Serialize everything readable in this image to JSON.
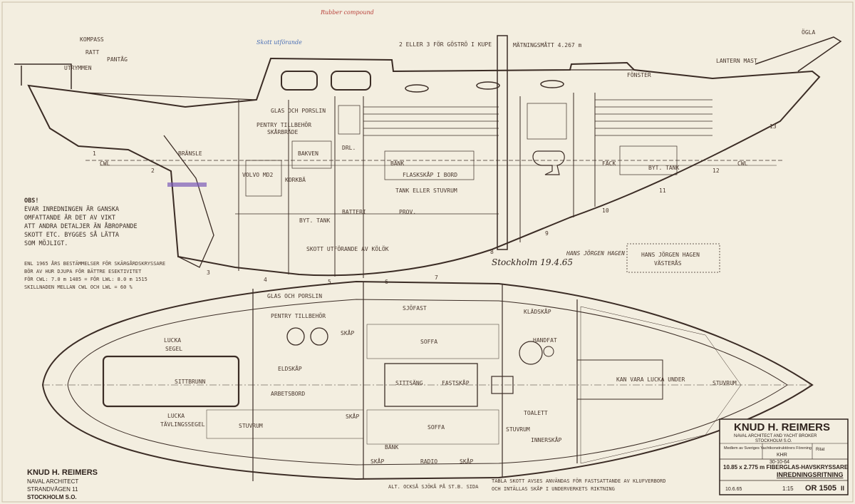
{
  "title_block": {
    "firm": "KNUD H. REIMERS",
    "subtitle": "NAVAL ARCHITECT AND YACHT BROKER",
    "address": "STOCKHOLM S.O.",
    "member": "Medlem av Sveriges Yachtkonstruktörers Förening",
    "drawn_label": "Ritat",
    "drawn_by": "KHR",
    "date": "30-10-64",
    "boat_desc": "10.85 x 2.775 m FIBERGLAS-HAVSKRYSSARE",
    "drawing_title": "INREDNINGSRITNING",
    "scale": "1:15",
    "drawing_no": "OR 1505",
    "revision": "II",
    "rev_date": "10.6.65"
  },
  "stamp_bottom_left": {
    "line1": "KNUD H. REIMERS",
    "line2": "NAVAL ARCHITECT",
    "line3": "STRANDVÄGEN 11",
    "line4": "STOCKHOLM S.O."
  },
  "approval_box": {
    "line1": "HANS JÖRGEN HAGEN",
    "line2": "VÄSTERÅS"
  },
  "signature_name": "HANS JÖRGEN HAGEN",
  "note_obs": {
    "heading": "OBS!",
    "lines": [
      "EVAR INREDNINGEN ÄR GANSKA",
      "OMFATTANDE ÄR DET AV VIKT",
      "ATT ANDRA DETALJER ÄN ÅBROPANDE",
      "SKOTT ETC. BYGGES SÅ LÄTTA",
      "SOM MÖJLIGT."
    ]
  },
  "note_rules": {
    "lines": [
      "ENL 1965 ÅRS BESTÄMMELSER FÖR SKÄRGÅRDSKRYSSARE",
      "BÖR AV HUR DJUPA FÖR BÄTTRE ESEKTIVITET",
      "FÖR CWL: 7.0 m 1485 = FÖR LWL: 8.0 m 1515",
      "SKILLNADEN MELLAN CWL OCH LWL = 60 %"
    ]
  },
  "labels_profile": [
    "KOMPASS",
    "RATT",
    "PANTÅG",
    "UTRYMMEN",
    "GLAS OCH PORSLIN",
    "PENTRY TILLBEHÖR",
    "SKÅRBRÄDE",
    "BRÄNSLE",
    "KORKBÄ",
    "VOLVO MD2",
    "BAKVEN",
    "DRL.",
    "BÄNK",
    "FLASKSKÅP I BORD",
    "TANK ELLER STUVRUM",
    "BATTERI",
    "PROV.",
    "BYT. TANK",
    "FÄCK",
    "BYT. TANK",
    "FÖNSTER",
    "LANTERN MAST",
    "CWL",
    "CWL",
    "ÖGLA",
    "2 ELLER 3 FÖR GÖSTRÖ I KUPE",
    "MÄTNINGSMÅTT 4.267 m",
    "SKOTT UTFÖRANDE AV KÖLÖK"
  ],
  "labels_plan": [
    "GLAS OCH PORSLIN",
    "PENTRY TILLBEHÖR",
    "SKÅP",
    "SITTBRUNN",
    "SJÖFAST",
    "LUCKA",
    "SEGEL",
    "LUCKA",
    "TÄVLINGSSEGEL",
    "STUVRUM",
    "SOFFA",
    "SOFFA",
    "SITTSÄNG",
    "FASTSKÅP",
    "SKÅP",
    "BÄNK",
    "SKÅP",
    "RADIO",
    "SKÅP",
    "KAN VARA LUCKA UNDER",
    "KLÄDSKÅP",
    "TOALETT",
    "STUVRUM",
    "INNERSKÅP",
    "HANDFAT",
    "ARBETSBORD",
    "STUVRUM",
    "ELDSKÅP",
    "ALT. OCKSÅ SJÖKÅ PÅ ST.B. SIDA",
    "TABLA SKOTT AVSES ANVÄNDAS FÖR FASTSATTANDE AV KLUFVERBORD",
    "OCH INTÄLLAS SKÅP I UNDERVERKETS RIKTNING"
  ],
  "station_numbers": [
    "1",
    "2",
    "3",
    "4",
    "5",
    "6",
    "7",
    "8",
    "9",
    "10",
    "11",
    "12",
    "13"
  ],
  "handwritten": [
    "Stockholm 19.4.65",
    "Skott utförande",
    "Rubber compound"
  ],
  "colors": {
    "paper": "#f3eee0",
    "ink": "#3b2c25",
    "blue_pencil": "#4a6fb5",
    "red_pencil": "#b8403a"
  }
}
